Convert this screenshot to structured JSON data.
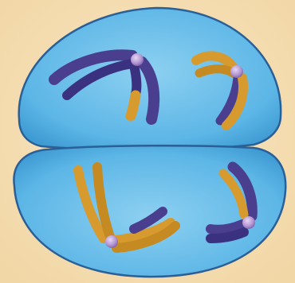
{
  "image": {
    "subject": "cell-division-illustration",
    "cell_count": 2,
    "chromosome_count": 4
  },
  "colors": {
    "background": "#f2d7a6",
    "background_light": "#f8e6c2",
    "cell_fill": "#5cb6e6",
    "cell_fill_light": "#8dd0f1",
    "cell_outline": "#2a5f97",
    "chromatid_purple": "#4a3f8f",
    "chromatid_purple_dark": "#2f276b",
    "chromatid_orange": "#d79a2e",
    "chromatid_orange_dark": "#a86d16",
    "centromere": "#a989c9"
  },
  "icons": {
    "chromosome": "chromosome-icon",
    "centromere": "centromere-icon"
  }
}
